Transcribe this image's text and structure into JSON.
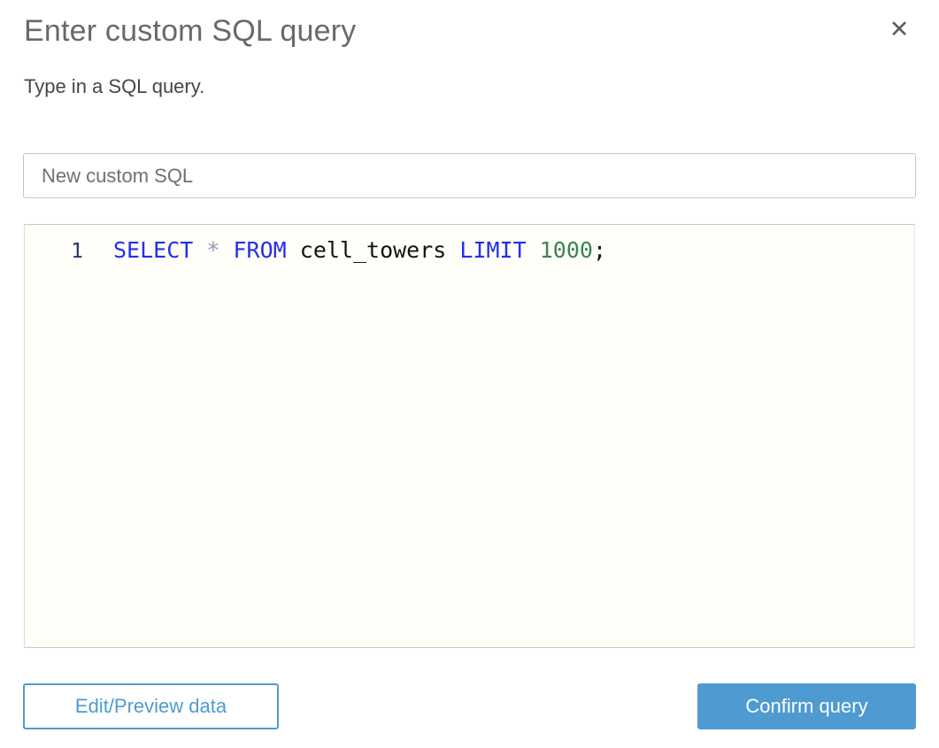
{
  "dialog": {
    "title": "Enter custom SQL query",
    "subtitle": "Type in a SQL query.",
    "close_icon": "✕"
  },
  "query_name_input": {
    "value": "New custom SQL"
  },
  "sql_editor": {
    "line_number": "1",
    "code_text": "SELECT * FROM cell_towers LIMIT 1000;",
    "tokens": [
      {
        "type": "keyword",
        "text": "SELECT"
      },
      {
        "type": "plain",
        "text": " "
      },
      {
        "type": "operator",
        "text": "*"
      },
      {
        "type": "plain",
        "text": " "
      },
      {
        "type": "keyword",
        "text": "FROM"
      },
      {
        "type": "plain",
        "text": " cell_towers "
      },
      {
        "type": "keyword",
        "text": "LIMIT"
      },
      {
        "type": "plain",
        "text": " "
      },
      {
        "type": "number",
        "text": "1000"
      },
      {
        "type": "plain",
        "text": ";"
      }
    ],
    "token_colors": {
      "keyword": "#2130ee",
      "operator": "#8e9cb5",
      "number": "#3c8450",
      "plain": "#131313"
    },
    "line_number_color": "#28356e",
    "editor_background": "#fffef8"
  },
  "footer": {
    "edit_preview_button": "Edit/Preview data",
    "confirm_button": "Confirm query"
  },
  "colors": {
    "accent_blue": "#4e9bd2",
    "title_gray": "#67696c"
  }
}
